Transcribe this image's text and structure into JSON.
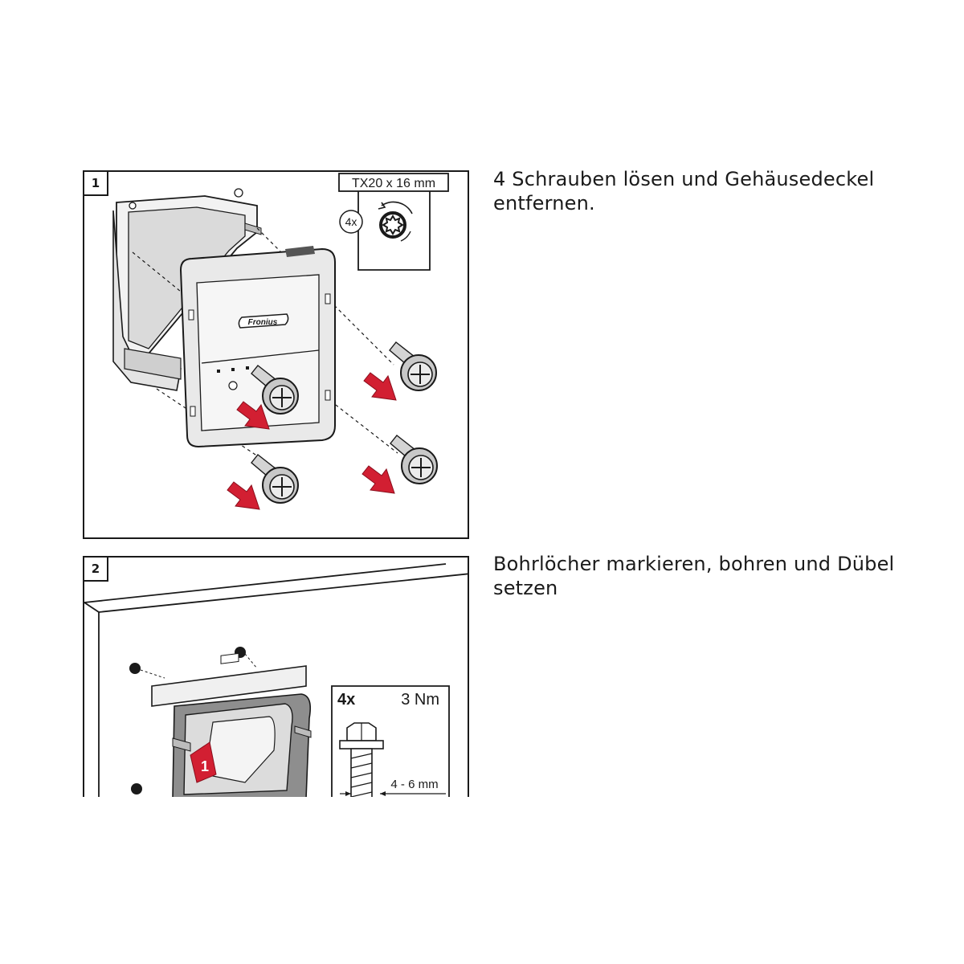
{
  "steps": [
    {
      "number": "1",
      "instruction": "4 Schrauben lösen und Gehäusedeckel entfernen.",
      "tool_spec": "TX20 x 16 mm",
      "quantity": "4x",
      "logo": "Fronius"
    },
    {
      "number": "2",
      "instruction": "Bohrlöcher markieren, bohren und Dübel setzen",
      "quantity": "4x",
      "torque": "3 Nm",
      "screw_length": "4 - 6 mm",
      "marker_label": "1"
    }
  ],
  "colors": {
    "line": "#1a1a1a",
    "arrow": "#d21f32",
    "housing": "#e6e6e6",
    "shade": "#bcbcbc"
  },
  "icons": [
    "torx-bit-icon",
    "rotate-ccw-icon",
    "screw-icon",
    "arrow-icon"
  ]
}
